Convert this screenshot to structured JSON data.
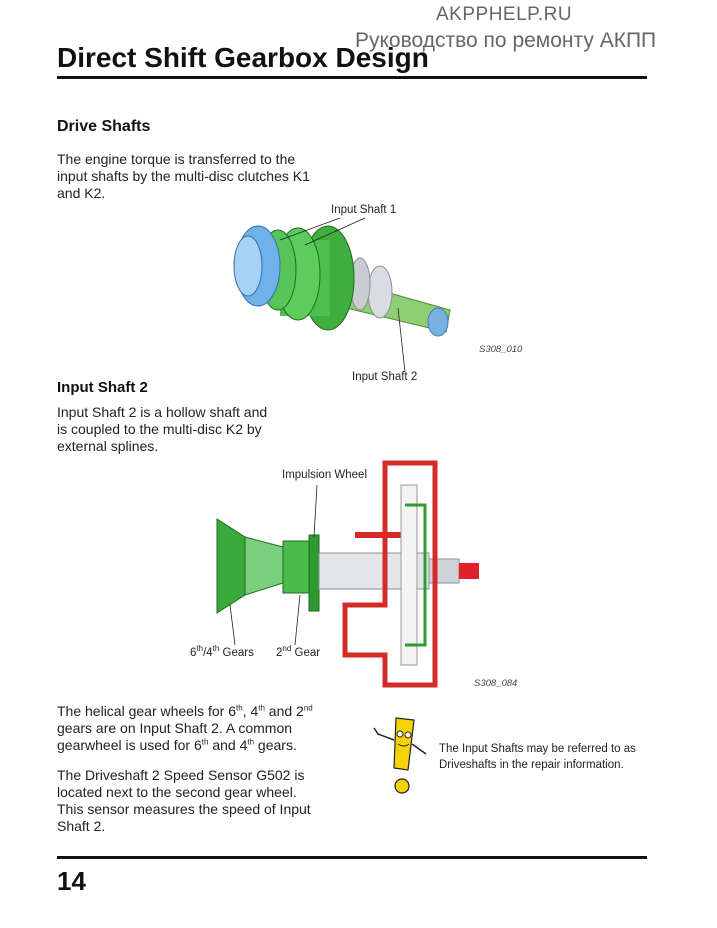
{
  "watermark": {
    "site": "AKPPHELP.RU",
    "subtitle": "Руководство по ремонту АКПП"
  },
  "header": {
    "title": "Direct Shift Gearbox Design"
  },
  "drive_shafts": {
    "heading": "Drive Shafts",
    "text_lines": [
      "The engine torque is transferred to the",
      "input shafts by the multi-disc clutches K1",
      "and K2."
    ],
    "figure": {
      "label_input_shaft_1": "Input Shaft 1",
      "label_input_shaft_2": "Input Shaft 2",
      "ref": "S308_010"
    }
  },
  "input_shaft_2": {
    "heading": "Input Shaft 2",
    "text_lines": [
      "Input Shaft 2 is a hollow shaft and",
      "is coupled to the multi-disc K2 by",
      "external splines."
    ],
    "figure": {
      "label_impulsion_wheel": "Impulsion Wheel",
      "label_gears_64": "6th/4th Gears",
      "label_gear_2": "2nd Gear",
      "ref": "S308_084"
    }
  },
  "helical": {
    "line1": "The helical gear wheels for 6th, 4th and 2nd",
    "line2": "gears are on Input Shaft 2. A common",
    "line3": "gearwheel is used for 6th and 4th gears."
  },
  "sensor": {
    "text_lines": [
      "The Driveshaft 2 Speed Sensor G502 is",
      "located next to the second gear wheel.",
      "This sensor measures the speed of Input",
      "Shaft 2."
    ]
  },
  "note": {
    "text_lines": [
      "The Input Shafts may be referred to as",
      "Driveshafts in the repair information."
    ]
  },
  "footer": {
    "page_number": "14"
  }
}
